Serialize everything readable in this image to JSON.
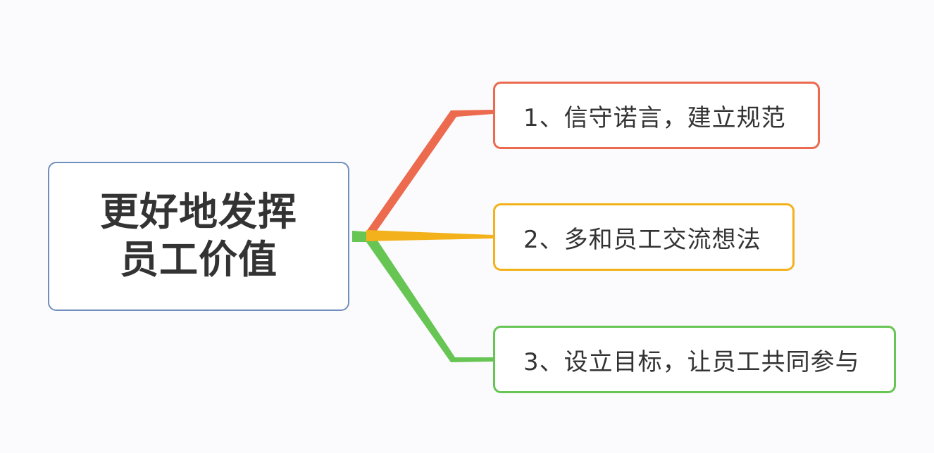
{
  "mindmap": {
    "root": {
      "lines": [
        "更好地发挥",
        "员工价值"
      ]
    },
    "branches": [
      {
        "label": "1、信守诺言，建立规范",
        "color": "#ec6a4e"
      },
      {
        "label": "2、多和员工交流想法",
        "color": "#f3b21b"
      },
      {
        "label": "3、设立目标，让员工共同参与",
        "color": "#67c554"
      }
    ],
    "root_border_color": "#6f8fbd"
  }
}
